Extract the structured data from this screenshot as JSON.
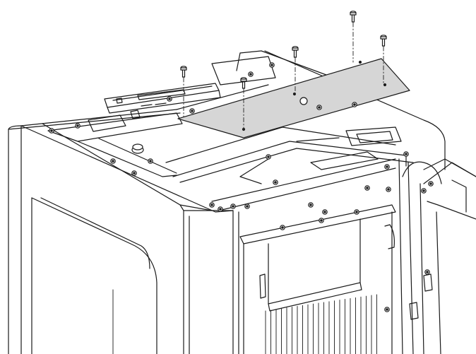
{
  "figure": {
    "kind": "technical-assembly-illustration",
    "description_visible_text": "",
    "colors": {
      "background": "#ffffff",
      "line": "#1a1a1a",
      "panel_fill": "#d6d6d6",
      "hidden_fill": "#bcbcbc",
      "dash": "#333333"
    },
    "components": [
      {
        "name": "cabinet-body"
      },
      {
        "name": "top-cover-panel"
      },
      {
        "name": "control-display-module"
      },
      {
        "name": "mounting-screws",
        "count": 5
      },
      {
        "name": "front-door-open"
      },
      {
        "name": "heatsink-fins"
      },
      {
        "name": "side-panel-window"
      }
    ]
  }
}
